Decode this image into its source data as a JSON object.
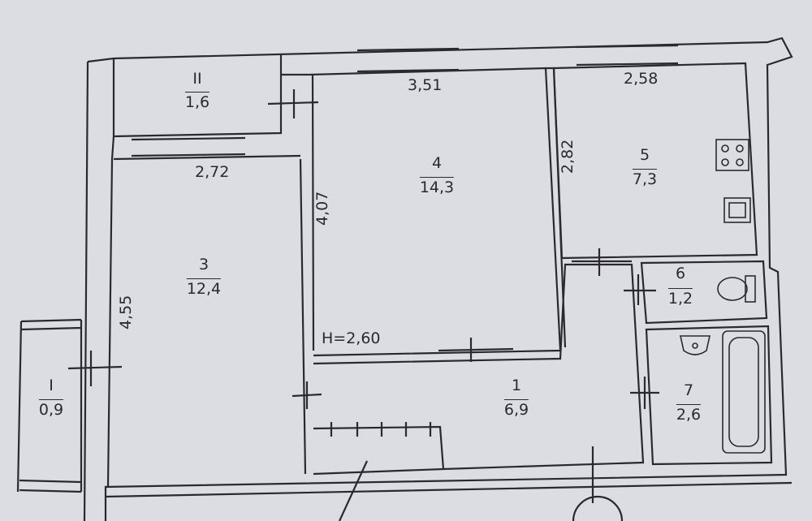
{
  "rooms": {
    "r_II": {
      "num": "II",
      "area": "1,6"
    },
    "r_I": {
      "num": "I",
      "area": "0,9"
    },
    "r_3": {
      "num": "3",
      "area": "12,4"
    },
    "r_4": {
      "num": "4",
      "area": "14,3"
    },
    "r_5": {
      "num": "5",
      "area": "7,3"
    },
    "r_6": {
      "num": "6",
      "area": "1,2"
    },
    "r_7": {
      "num": "7",
      "area": "2,6"
    },
    "r_1": {
      "num": "1",
      "area": "6,9"
    }
  },
  "dimensions": {
    "d_351": "3,51",
    "d_258": "2,58",
    "d_272": "2,72",
    "d_282": "2,82",
    "d_407": "4,07",
    "d_455": "4,55"
  },
  "ceiling_height": "H=2,60",
  "colors": {
    "ink": "#2a2a2e",
    "paper": "#dcdde2"
  },
  "fixtures": [
    "stove-icon",
    "kitchen-sink-icon",
    "toilet-icon",
    "washbasin-icon",
    "bathtub-icon"
  ]
}
